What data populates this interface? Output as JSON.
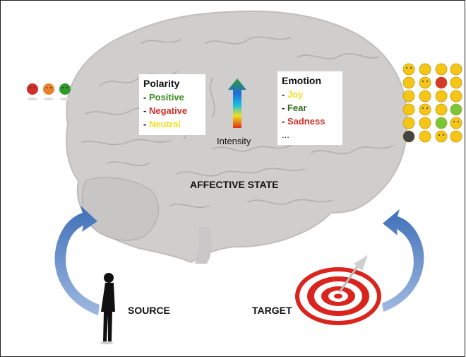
{
  "polarity": {
    "title": "Polarity",
    "items": [
      {
        "label": "Positive",
        "color": "#3a8a1e"
      },
      {
        "label": "Negative",
        "color": "#d0302a"
      },
      {
        "label": "Neutral",
        "color": "#f2e020"
      }
    ]
  },
  "intensity": {
    "label": "Intensity"
  },
  "emotion": {
    "title": "Emotion",
    "items": [
      {
        "label": "Joy",
        "color": "#f2e020"
      },
      {
        "label": "Fear",
        "color": "#2f6b1a"
      },
      {
        "label": "Sadness",
        "color": "#d0302a"
      }
    ],
    "more": "..."
  },
  "center_label": "AFFECTIVE STATE",
  "source_label": "SOURCE",
  "target_label": "TARGET",
  "colors": {
    "brain": "#c9c7c6",
    "arrow_blue": "#4f7fc0",
    "target_red": "#d9251d"
  }
}
